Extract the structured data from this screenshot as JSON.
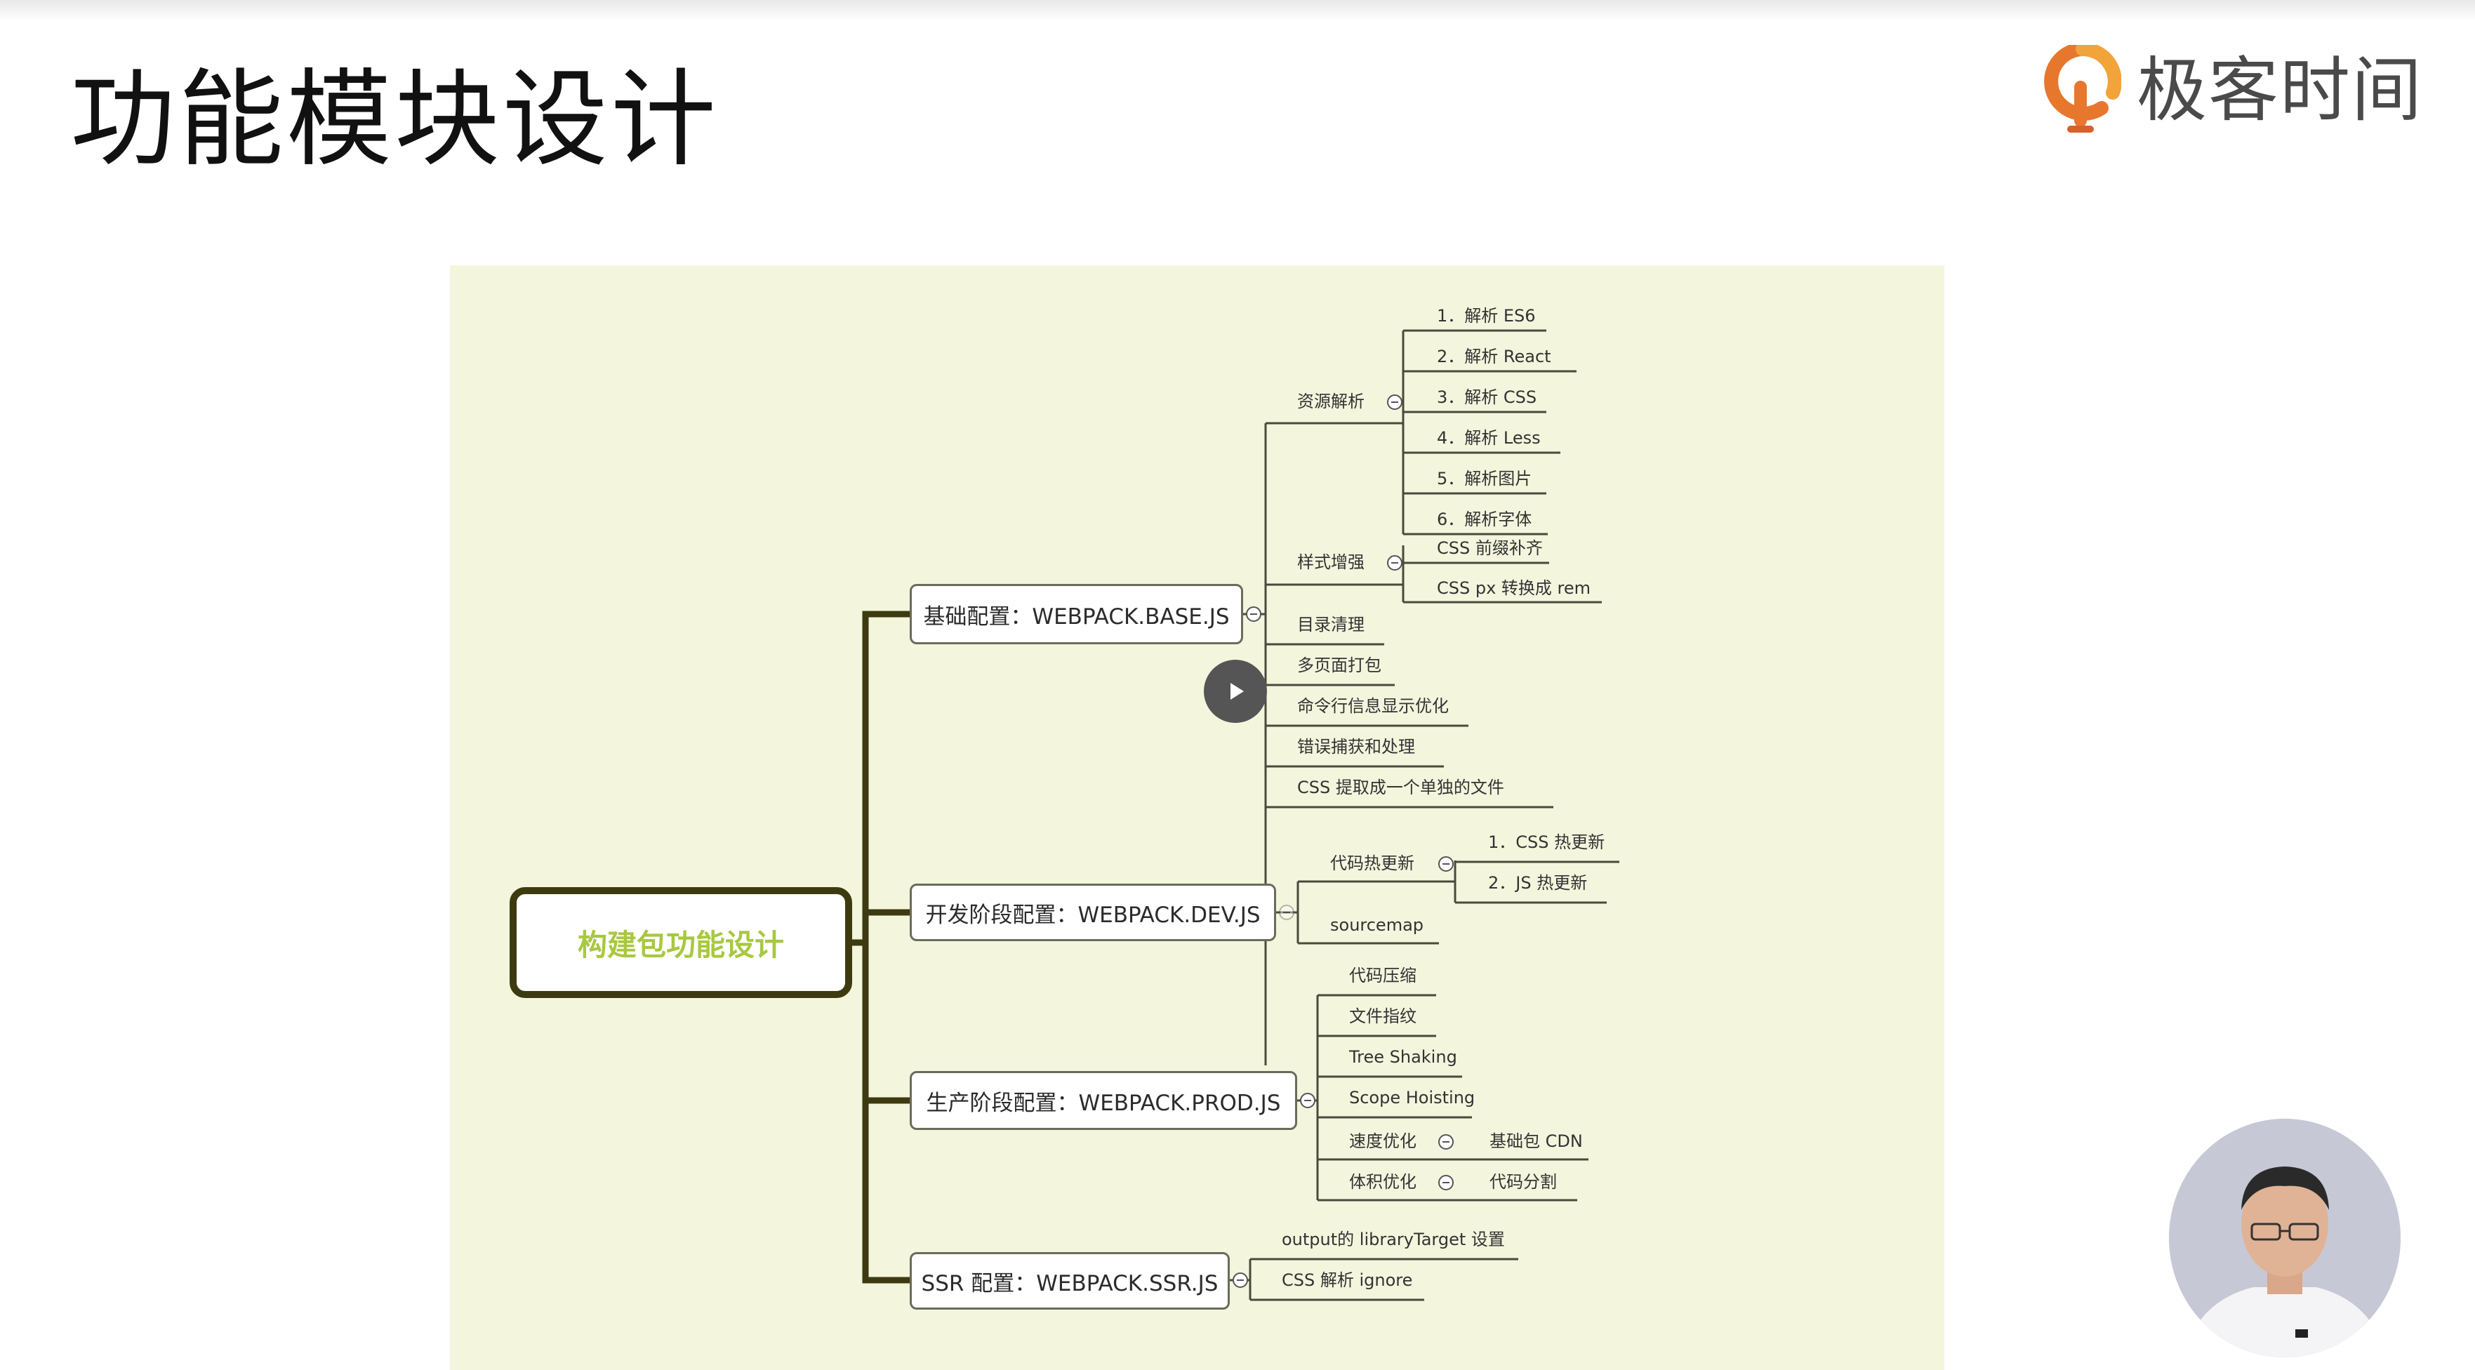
{
  "slide": {
    "title": "功能模块设计",
    "brand": "极客时间"
  },
  "colors": {
    "mindmap_bg": "#f3f6dd",
    "trunk": "#3e3a10",
    "root_text": "#a8c840",
    "brand_orange": "#e8772e"
  },
  "mindmap": {
    "root": "构建包功能设计",
    "base": {
      "label": "基础配置：WEBPACK.BASE.JS",
      "resource": {
        "label": "资源解析",
        "items": [
          "1．解析 ES6",
          "2．解析 React",
          "3．解析 CSS",
          "4．解析 Less",
          "5．解析图片",
          "6．解析字体"
        ]
      },
      "style": {
        "label": "样式增强",
        "items": [
          "CSS 前缀补齐",
          "CSS px 转换成 rem"
        ]
      },
      "others": [
        "目录清理",
        "多页面打包",
        "命令行信息显示优化",
        "错误捕获和处理",
        "CSS 提取成一个单独的文件"
      ]
    },
    "dev": {
      "label": "开发阶段配置：WEBPACK.DEV.JS",
      "hmr": {
        "label": "代码热更新",
        "items": [
          "1．CSS 热更新",
          "2．JS 热更新"
        ]
      },
      "sourcemap": "sourcemap"
    },
    "prod": {
      "label": "生产阶段配置：WEBPACK.PROD.JS",
      "items": [
        "代码压缩",
        "文件指纹",
        "Tree Shaking",
        "Scope Hoisting"
      ],
      "speed": {
        "label": "速度优化",
        "child": "基础包 CDN"
      },
      "size": {
        "label": "体积优化",
        "child": "代码分割"
      }
    },
    "ssr": {
      "label": "SSR 配置：WEBPACK.SSR.JS",
      "items": [
        "output的 libraryTarget 设置",
        "CSS 解析 ignore"
      ]
    }
  },
  "controls": {
    "play_icon": "play-icon"
  }
}
